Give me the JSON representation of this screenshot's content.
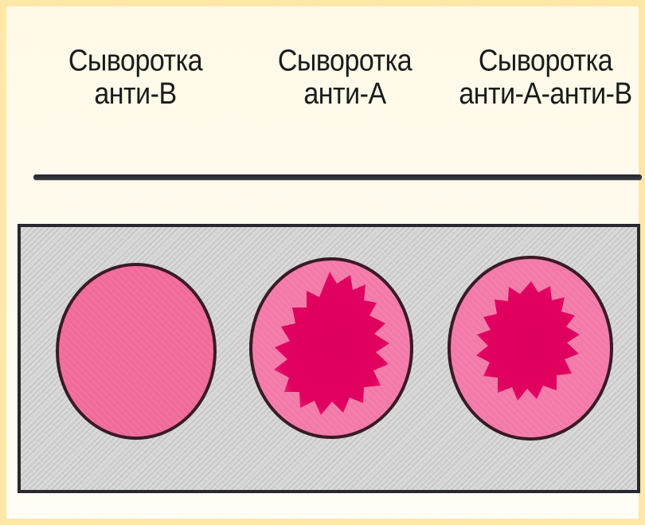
{
  "figure": {
    "labels": [
      {
        "line1": "Сыворотка",
        "line2": "анти-В"
      },
      {
        "line1": "Сыворотка",
        "line2": "анти-А"
      },
      {
        "line1": "Сыворотка",
        "line2": "анти-А-анти-В"
      }
    ],
    "wells": [
      {
        "state": "no agglutination"
      },
      {
        "state": "agglutination"
      },
      {
        "state": "agglutination"
      }
    ],
    "colors": {
      "frame": "#ffe7a8",
      "well_fill": "#f06a9a",
      "agglutinate": "#e1005f",
      "plate": "#d8d8d8",
      "outline": "#29282f"
    }
  }
}
